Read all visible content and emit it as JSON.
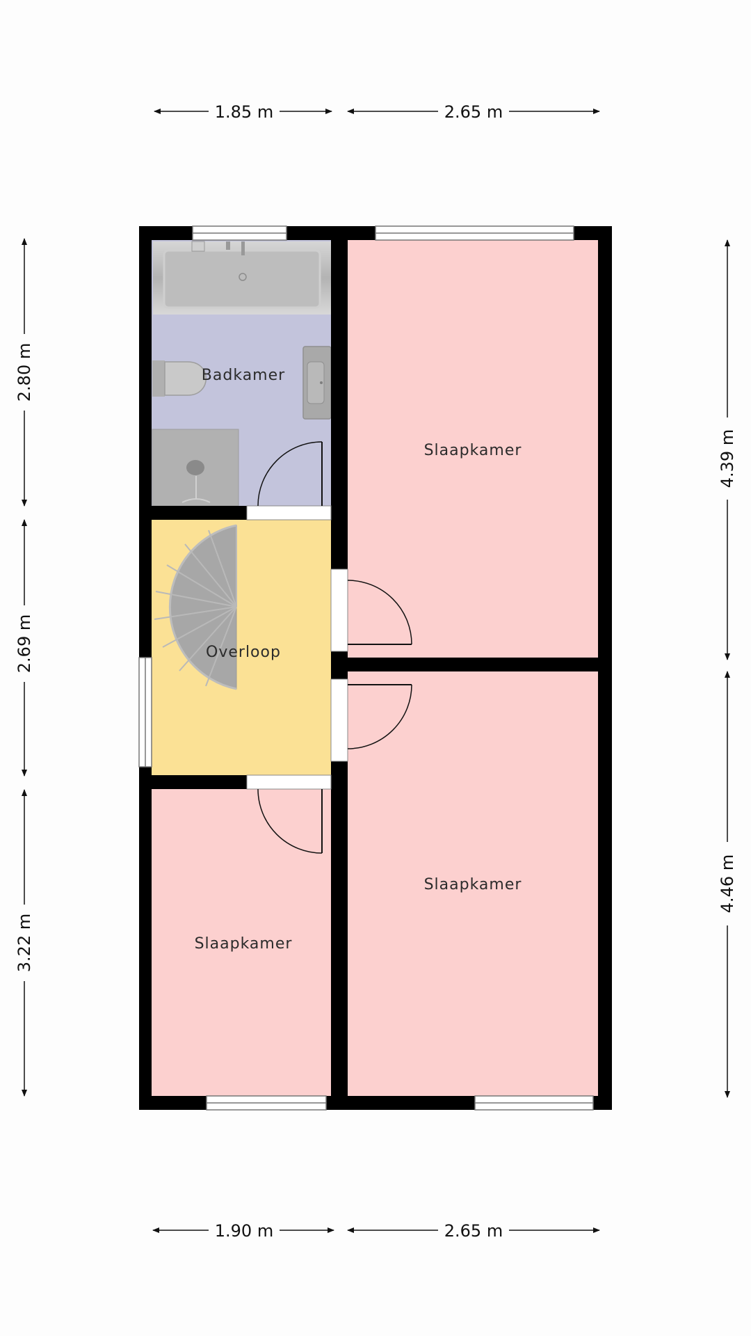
{
  "rooms": {
    "bathroom": {
      "label": "Badkamer",
      "color": "#c3c4dc"
    },
    "landing": {
      "label": "Overloop",
      "color": "#fbe195"
    },
    "bedroom_large_top": {
      "label": "Slaapkamer",
      "color": "#fcd0cf"
    },
    "bedroom_large_bottom": {
      "label": "Slaapkamer",
      "color": "#fcd0cf"
    },
    "bedroom_small": {
      "label": "Slaapkamer",
      "color": "#fcd0cf"
    }
  },
  "dimensions": {
    "top_left": "1.85 m",
    "top_right": "2.65 m",
    "bottom_left": "1.90 m",
    "bottom_right": "2.65 m",
    "left_top": "2.80 m",
    "left_middle": "2.69 m",
    "left_bottom": "3.22 m",
    "right_top": "4.39 m",
    "right_bottom": "4.46 m"
  },
  "colors": {
    "wall": "#000000",
    "fixture": "#a9a9a9",
    "stair": "#a7a7a7"
  }
}
